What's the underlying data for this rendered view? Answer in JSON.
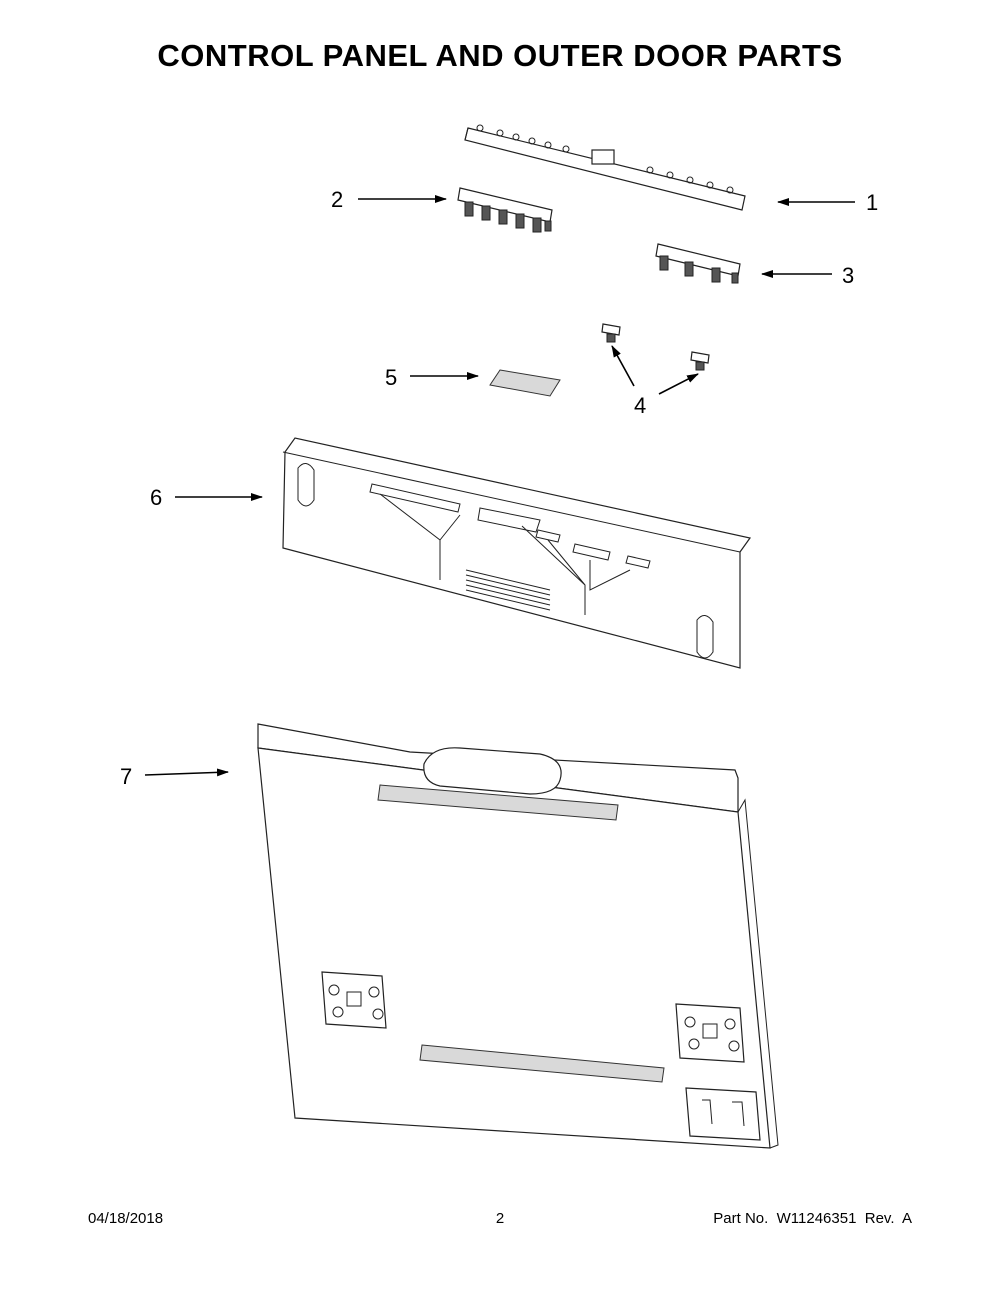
{
  "title": "CONTROL PANEL AND OUTER DOOR PARTS",
  "callouts": [
    "1",
    "2",
    "3",
    "4",
    "5",
    "6",
    "7"
  ],
  "footer": {
    "date": "04/18/2018",
    "page": "2",
    "part_no": "Part No.  W11246351  Rev.  A"
  }
}
